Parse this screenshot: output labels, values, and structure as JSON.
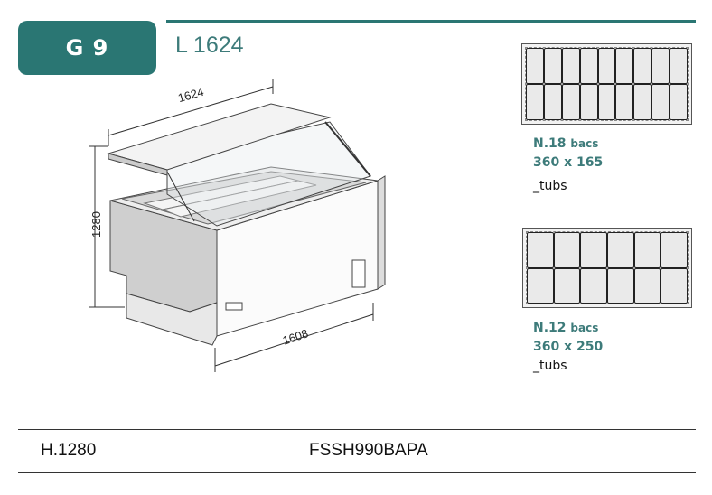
{
  "header": {
    "model": "G 9",
    "length": "L 1624"
  },
  "drawing": {
    "width_top": "1624",
    "height": "1280",
    "width_bottom": "1608"
  },
  "tub_options": [
    {
      "count": "N.18",
      "unit": "bacs",
      "size": "360 x 165",
      "label": "_tubs",
      "columns": 9,
      "rows": 2
    },
    {
      "count": "N.12",
      "unit": "bacs",
      "size": "360 x 250",
      "label": "_tubs",
      "columns": 6,
      "rows": 2
    }
  ],
  "footer": {
    "height": "H.1280",
    "code": "FSSH990BAPA"
  },
  "colors": {
    "accent": "#2a7673"
  }
}
